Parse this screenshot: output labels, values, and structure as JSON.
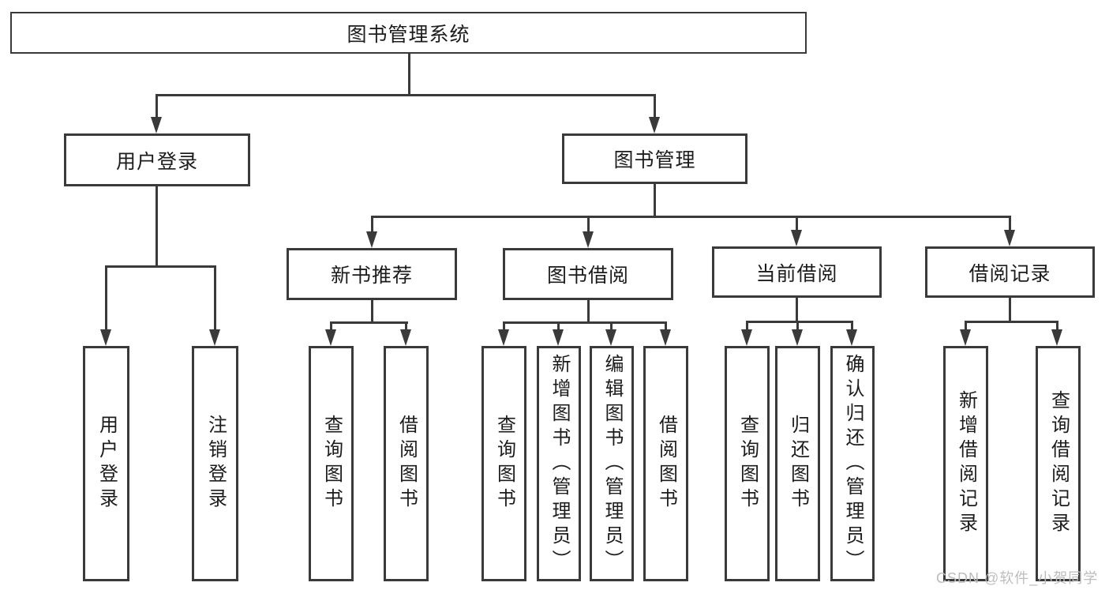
{
  "diagram_title": "图书管理系统",
  "tree": {
    "label": "图书管理系统",
    "children": [
      {
        "label": "用户登录",
        "children": [
          {
            "label": "用户登录"
          },
          {
            "label": "注销登录"
          }
        ]
      },
      {
        "label": "图书管理",
        "children": [
          {
            "label": "新书推荐",
            "children": [
              {
                "label": "查询图书"
              },
              {
                "label": "借阅图书"
              }
            ]
          },
          {
            "label": "图书借阅",
            "children": [
              {
                "label": "查询图书"
              },
              {
                "label": "新增图书（管理员）"
              },
              {
                "label": "编辑图书（管理员）"
              },
              {
                "label": "借阅图书"
              }
            ]
          },
          {
            "label": "当前借阅",
            "children": [
              {
                "label": "查询图书"
              },
              {
                "label": "归还图书"
              },
              {
                "label": "确认归还（管理员）"
              }
            ]
          },
          {
            "label": "借阅记录",
            "children": [
              {
                "label": "新增借阅记录"
              },
              {
                "label": "查询借阅记录"
              }
            ]
          }
        ]
      }
    ]
  },
  "watermark": {
    "text": "CSDN @软件_小贺同学"
  },
  "colors": {
    "line": "#3a3a3a",
    "text": "#1c1c1c",
    "background": "#ffffff",
    "watermark": "#bdbdbd"
  }
}
